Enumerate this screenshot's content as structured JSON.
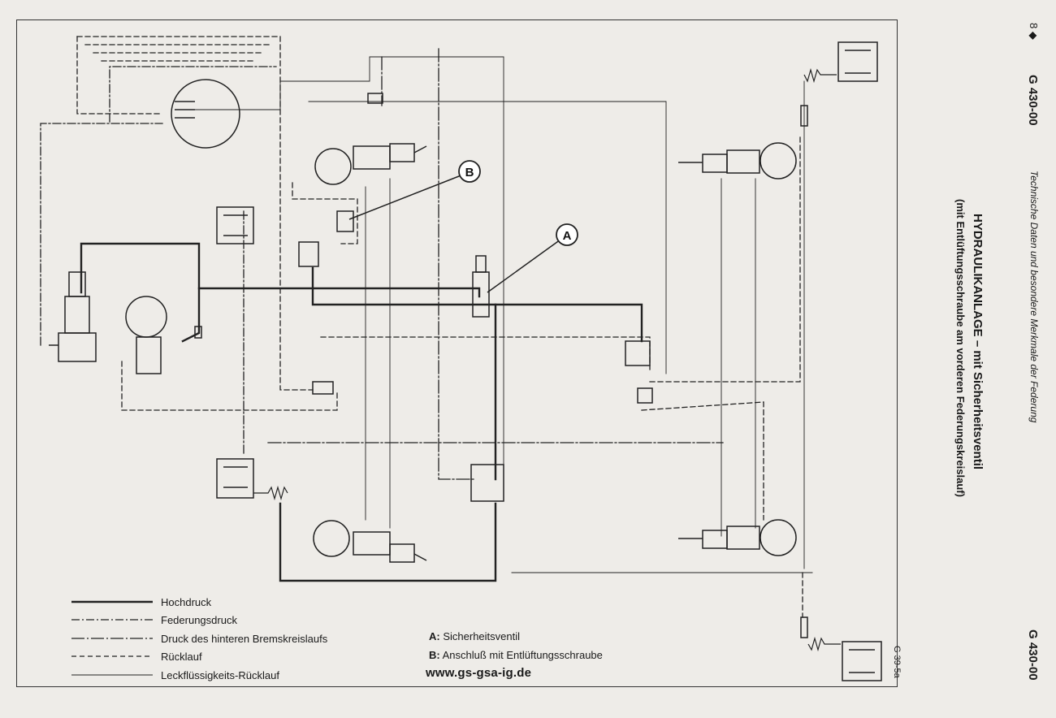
{
  "header": {
    "title": "HYDRAULIKANLAGE – mit Sicherheitsventil",
    "subtitle": "(mit Entlüftungsschraube am vorderen Federungskreislauf)",
    "section": "Technische Daten und besondere Merkmale der Federung",
    "code_top": "G 430-00",
    "code_bottom": "G 430-00",
    "page": "8 ◆"
  },
  "markers": {
    "a": "A",
    "b": "B"
  },
  "legend": [
    {
      "label": "Hochdruck",
      "style": "solid-thick"
    },
    {
      "label": "Federungsdruck",
      "style": "dash-dot"
    },
    {
      "label": "Druck des hinteren Bremskreislaufs",
      "style": "long-dash-dot"
    },
    {
      "label": "Rücklauf",
      "style": "dashed"
    },
    {
      "label": "Leckflüssigkeits-Rücklauf",
      "style": "thin-solid"
    }
  ],
  "notes": [
    {
      "key": "A:",
      "text": "Sicherheitsventil"
    },
    {
      "key": "B:",
      "text": "Anschluß mit Entlüftungsschraube"
    }
  ],
  "figure_ref": "G 39-5a",
  "website": "www.gs-gsa-ig.de",
  "colors": {
    "paper": "#eeece8",
    "ink": "#1a1a1a"
  }
}
